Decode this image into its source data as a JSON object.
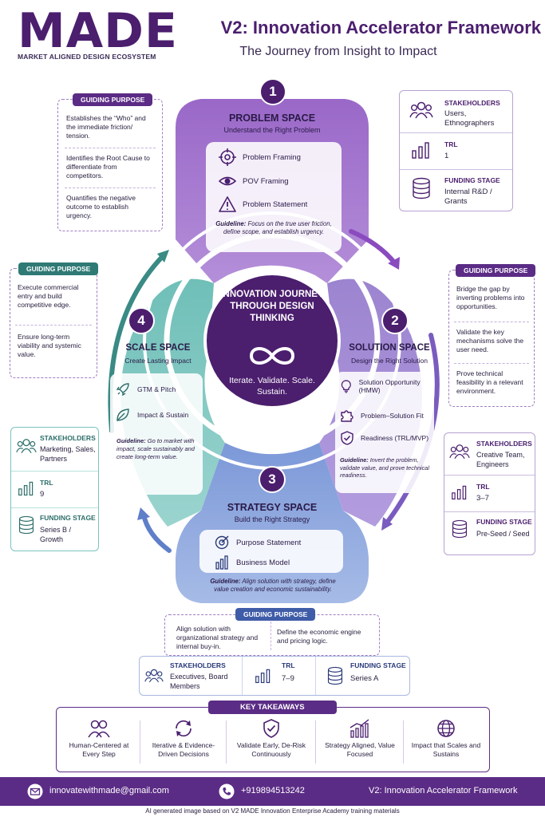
{
  "logo": {
    "word": "MADE",
    "subtitle": "MARKET ALIGNED DESIGN ECOSYSTEM"
  },
  "header": {
    "title": "V2: Innovation Accelerator Framework",
    "subtitle": "The Journey from Insight to Impact"
  },
  "colors": {
    "purple_dark": "#4b1e6e",
    "purple": "#8a5cbc",
    "lavender": "#a68ad2",
    "teal": "#7ec5bf",
    "blue": "#7c9ad8"
  },
  "center": {
    "title": "INNOVATION JOURNEY THROUGH DESIGN THINKING",
    "tagline": "Iterate. Validate. Scale. Sustain.",
    "icon": "infinity-icon"
  },
  "sections": {
    "problem": {
      "number": "1",
      "title": "PROBLEM SPACE",
      "subtitle": "Understand the Right Problem",
      "items": [
        "Problem Framing",
        "POV Framing",
        "Problem Statement"
      ],
      "guideline_label": "Guideline:",
      "guideline": "Focus on the true user friction, define scope, and establish urgency."
    },
    "solution": {
      "number": "2",
      "title": "SOLUTION SPACE",
      "subtitle": "Design the Right Solution",
      "items": [
        "Solution Opportunity (HMW)",
        "Problem–Solution Fit",
        "Readiness (TRL/MVP)"
      ],
      "guideline_label": "Guideline:",
      "guideline": "Invert the problem, validate value, and prove technical readiness."
    },
    "strategy": {
      "number": "3",
      "title": "STRATEGY SPACE",
      "subtitle": "Build the Right Strategy",
      "items": [
        "Purpose Statement",
        "Business Model"
      ],
      "guideline_label": "Guideline:",
      "guideline": "Align solution with strategy, define value creation and economic sustainability."
    },
    "scale": {
      "number": "4",
      "title": "SCALE SPACE",
      "subtitle": "Create Lasting Impact",
      "items": [
        "GTM & Pitch",
        "Impact & Sustain"
      ],
      "guideline_label": "Guideline:",
      "guideline": "Go to market with impact, scale sustainably and create long-term value."
    }
  },
  "guiding_label": "GUIDING PURPOSE",
  "guiding": {
    "problem": [
      "Establishes the “Who” and the immediate friction/ tension.",
      "Identifies the Root Cause to differentiate from competitors.",
      "Quantifies the negative outcome to establish urgency."
    ],
    "scale": [
      "Execute commercial entry and build competitive edge.",
      "Ensure long-term viability and systemic value."
    ],
    "solution": [
      "Bridge the gap by inverting problems into opportunities.",
      "Validate the key mechanisms solve the user need.",
      "Prove technical feasibility in a relevant environment."
    ],
    "strategy": [
      "Align solution with organizational strategy and internal buy-in.",
      "Define the economic engine and pricing logic."
    ]
  },
  "labels": {
    "stakeholders": "STAKEHOLDERS",
    "trl": "TRL",
    "funding": "FUNDING STAGE"
  },
  "cards": {
    "problem": {
      "stakeholders": "Users, Ethnographers",
      "trl": "1",
      "funding": "Internal R&D / Grants"
    },
    "scale": {
      "stakeholders": "Marketing, Sales, Partners",
      "trl": "9",
      "funding": "Series B / Growth"
    },
    "solution": {
      "stakeholders": "Creative Team, Engineers",
      "trl": "3–7",
      "funding": "Pre-Seed / Seed"
    },
    "strategy": {
      "stakeholders": "Executives, Board Members",
      "trl": "7–9",
      "funding": "Series A"
    }
  },
  "takeaways": {
    "title": "KEY TAKEAWAYS",
    "items": [
      {
        "label": "Human-Centered at Every Step",
        "icon": "people-icon"
      },
      {
        "label": "Iterative & Evidence-Driven Decisions",
        "icon": "cycle-icon"
      },
      {
        "label": "Validate Early, De-Risk Continuously",
        "icon": "shield-check-icon"
      },
      {
        "label": "Strategy Aligned, Value Focused",
        "icon": "growth-chart-icon"
      },
      {
        "label": "Impact that Scales and Sustains",
        "icon": "globe-icon"
      }
    ]
  },
  "footer": {
    "email": "innovatewithmade@gmail.com",
    "phone": "+919894513242",
    "tagline": "V2: Innovation Accelerator Framework"
  },
  "credit": "AI generated image based on  V2 MADE Innovation Enterprise Academy training materials"
}
